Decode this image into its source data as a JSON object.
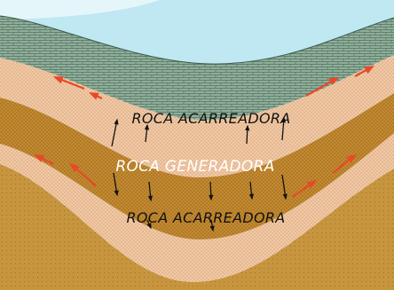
{
  "labels": {
    "upper": "ROCA ACARREADORA",
    "middle": "ROCA GENERADORA",
    "lower": "ROCA ACARREADORA"
  },
  "colors": {
    "sky": "#bfe8f2",
    "cap_rock": "#8faf9a",
    "carrier_rock": "#f2c9a4",
    "source_rock": "#c48a2f",
    "base_rock": "#c8953f",
    "migration_arrow": "#e8492a"
  }
}
